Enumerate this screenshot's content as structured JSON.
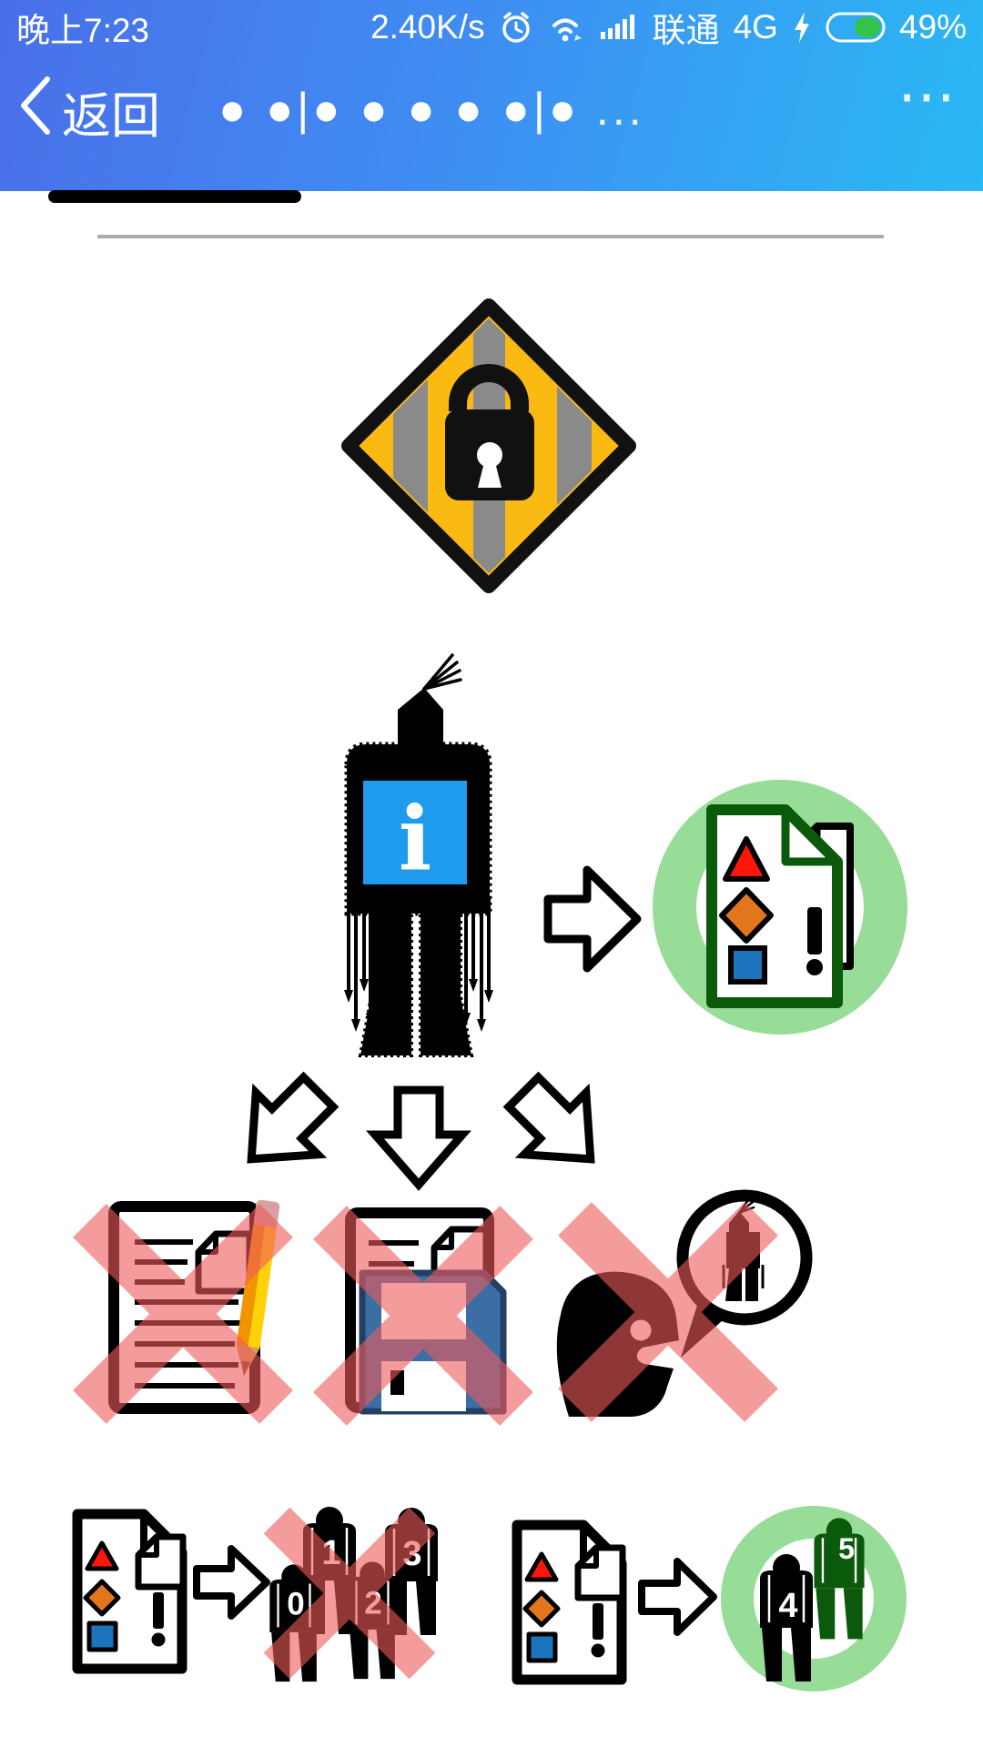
{
  "status_bar": {
    "time": "晚上7:23",
    "net_speed": "2.40K/s",
    "carrier": "联通",
    "network_type": "4G",
    "battery_percent": "49%",
    "icons": [
      "alarm-icon",
      "wifi-icon",
      "signal-icon",
      "charging-bolt-icon",
      "battery-icon"
    ]
  },
  "nav_bar": {
    "back_label": "返回",
    "title": "● ●|● ● ● ● ●|● ...",
    "menu_icon": "⋯"
  },
  "illustration": {
    "entity_info_letter": "i",
    "crossed_people_numbers": [
      "0",
      "1",
      "2",
      "3"
    ],
    "allowed_people_numbers": [
      "4",
      "5"
    ],
    "icon_names": [
      "diamond-lock-warning-sign",
      "info-entity-figure",
      "picture-document-allowed-badge",
      "no-writing-icon",
      "no-saving-icon",
      "no-speaking-icon",
      "picture-document-icon",
      "crossed-people-group",
      "allowed-people-badge"
    ],
    "colors": {
      "header_gradient_start": "#4a6fe9",
      "header_gradient_end": "#2ab9f4",
      "sign_yellow": "#fbba12",
      "sign_gray": "#8a8a8a",
      "info_blue": "#1e9bef",
      "ok_green_light": "#97dc97",
      "ok_green_dark": "#0b5a0b",
      "x_mark_pink": "#ee5b5b",
      "symbol_red": "#ff150a",
      "symbol_orange": "#e2761b",
      "symbol_blue": "#1b74bc",
      "floppy_blue": "#3a6ea5",
      "pencil_yellow": "#ffd10a",
      "pencil_orange": "#f29400",
      "pencil_eraser": "#d8a0a0"
    }
  }
}
